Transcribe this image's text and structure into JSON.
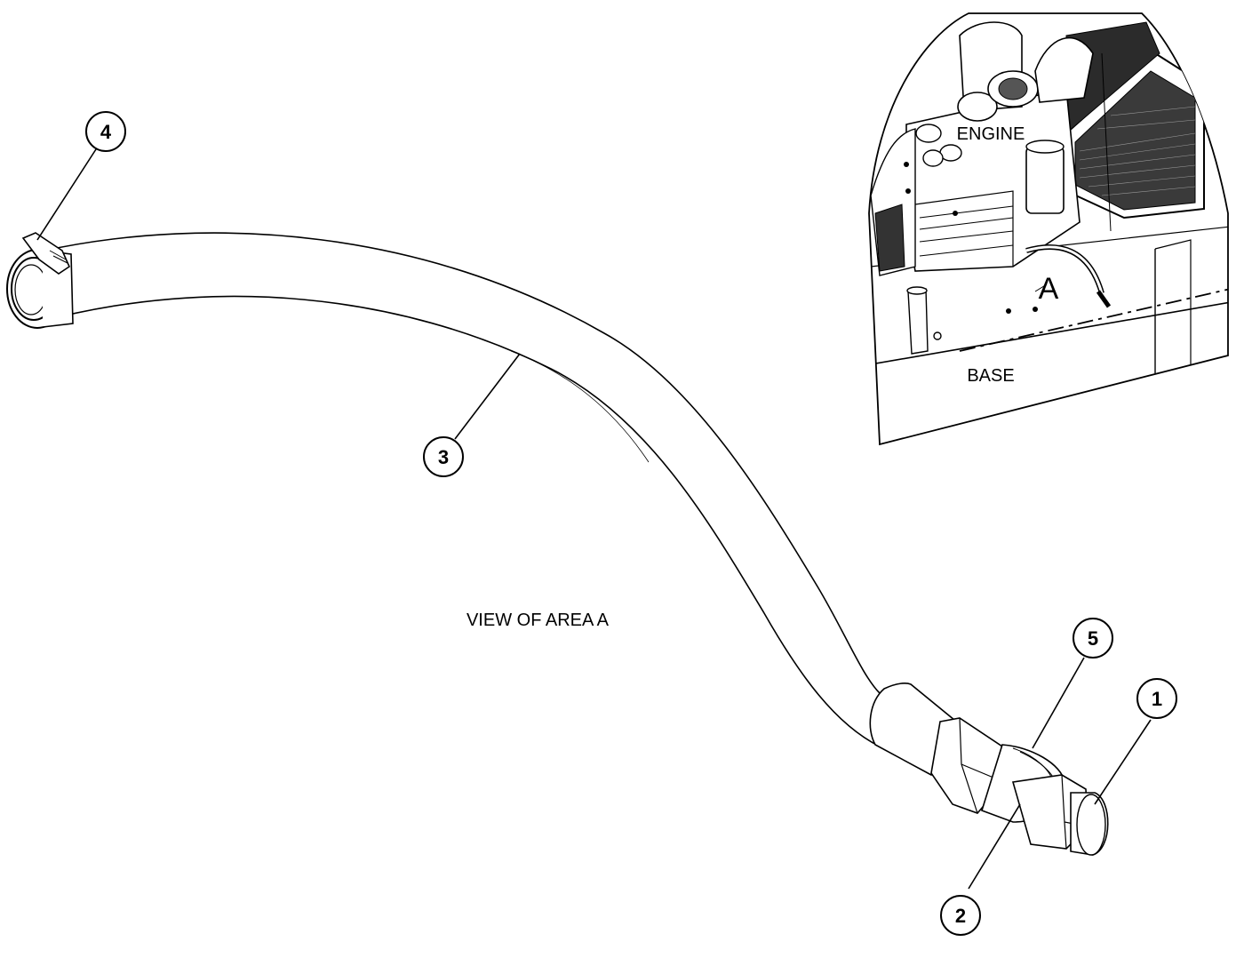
{
  "view_caption": "VIEW OF AREA A",
  "inset": {
    "engine_label": "ENGINE",
    "base_label": "BASE",
    "area_label": "A"
  },
  "callouts": [
    "1",
    "2",
    "3",
    "4",
    "5"
  ],
  "colors": {
    "ink": "#000000",
    "paper": "#ffffff"
  }
}
